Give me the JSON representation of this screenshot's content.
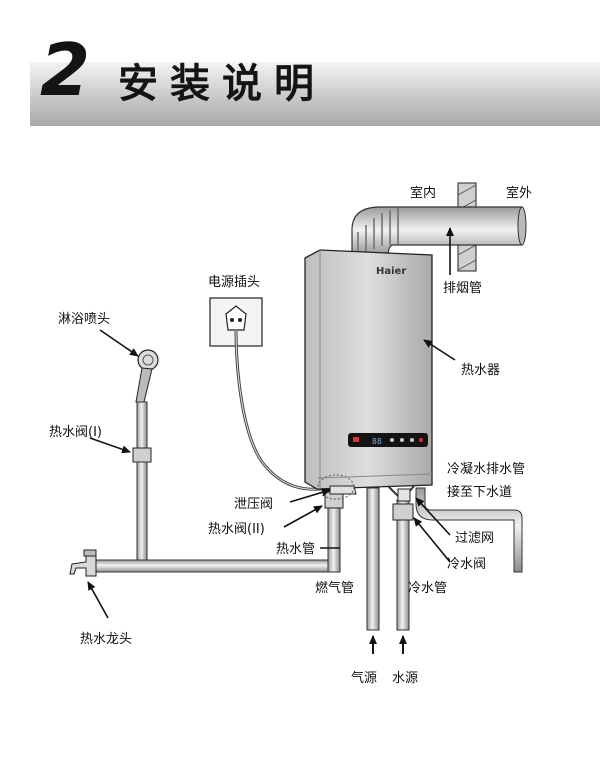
{
  "header": {
    "number": "2",
    "title": "安装说明"
  },
  "heater": {
    "brand": "Haier",
    "display_digits": "88"
  },
  "labels": {
    "indoor": "室内",
    "outdoor": "室外",
    "exhaust_pipe": "排烟管",
    "power_plug": "电源插头",
    "water_heater": "热水器",
    "shower_head": "淋浴喷头",
    "hot_valve_1": "热水阀(I)",
    "relief_valve": "泄压阀",
    "hot_valve_2": "热水阀(II)",
    "hot_pipe": "热水管",
    "condensate_drain": "冷凝水排水管",
    "to_sewer": "接至下水道",
    "filter": "过滤网",
    "cold_valve": "冷水阀",
    "gas_pipe": "燃气管",
    "cold_pipe": "冷水管",
    "hot_tap": "热水龙头",
    "gas_source": "气源",
    "water_source": "水源"
  }
}
